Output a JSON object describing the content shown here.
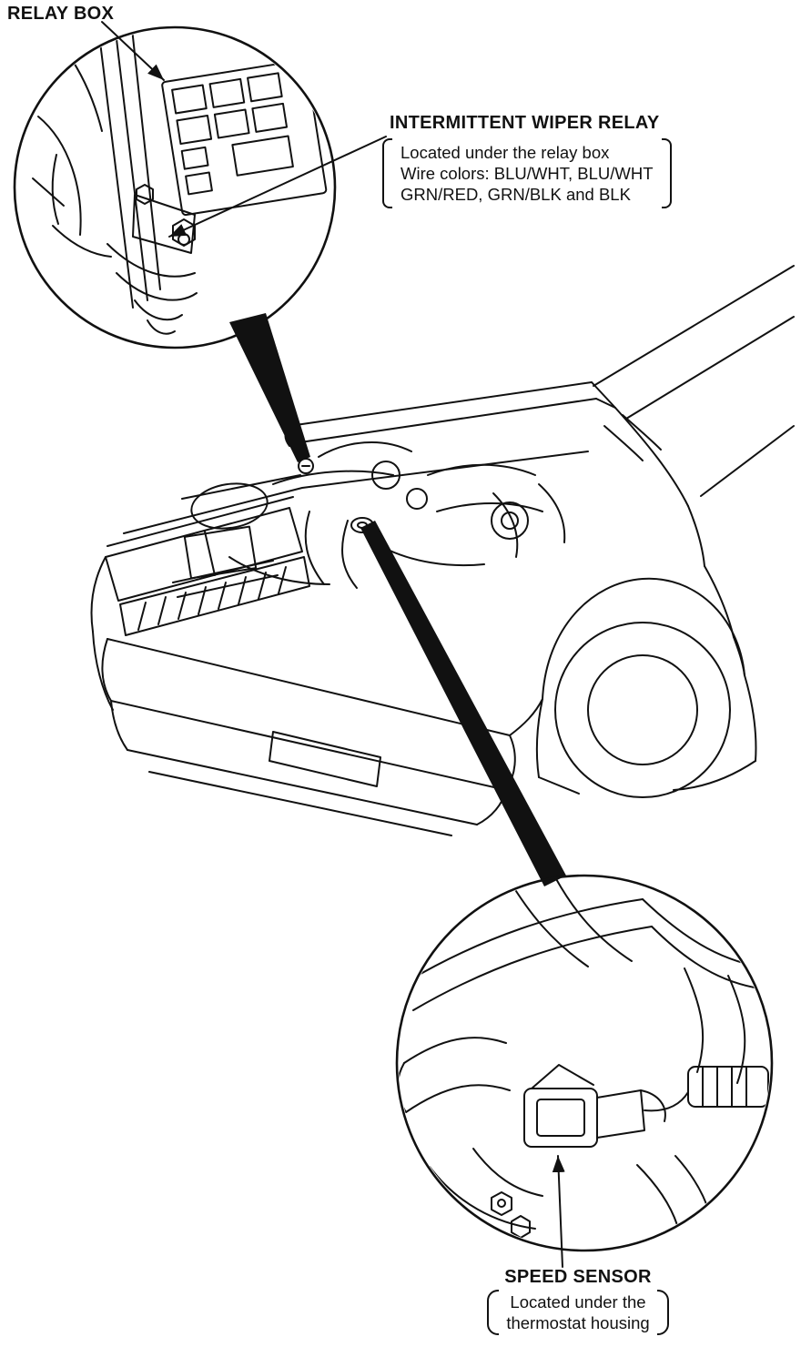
{
  "colors": {
    "ink": "#111111",
    "background": "#ffffff"
  },
  "labels": {
    "relay_box": {
      "title": "RELAY BOX"
    },
    "wiper_relay": {
      "title": "INTERMITTENT WIPER RELAY",
      "lines": [
        "Located under the relay box",
        "Wire colors: BLU/WHT, BLU/WHT",
        "GRN/RED, GRN/BLK and BLK"
      ]
    },
    "speed_sensor": {
      "title": "SPEED SENSOR",
      "lines": [
        "Located under the",
        "thermostat housing"
      ]
    }
  }
}
